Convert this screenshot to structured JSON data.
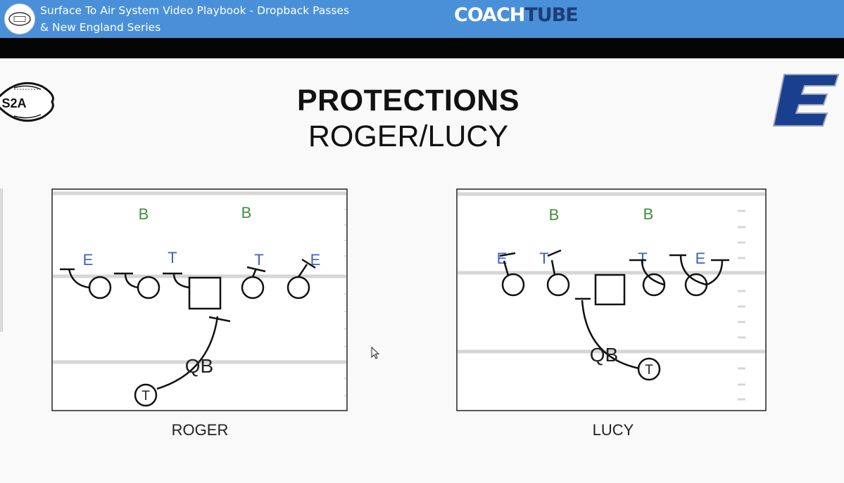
{
  "header": {
    "video_title_line1": "Surface To Air System Video Playbook - Dropback Passes",
    "video_title_line2": "& New England Series",
    "brand_part1": "COACH",
    "brand_part2": "TUBE",
    "bar_color": "#4a90d9",
    "brand_dark_color": "#1d3e75"
  },
  "slide": {
    "title": "PROTECTIONS",
    "subtitle": "ROGER/LUCY",
    "left_logo_text": "S2A",
    "diagrams": [
      {
        "caption": "ROGER",
        "defender_labels": [
          "B",
          "B",
          "E",
          "T",
          "T",
          "E"
        ],
        "qb_label": "QB",
        "tag_label": "T"
      },
      {
        "caption": "LUCY",
        "defender_labels": [
          "B",
          "B",
          "E",
          "T",
          "T",
          "E"
        ],
        "qb_label": "QB",
        "tag_label": "T"
      }
    ],
    "colors": {
      "backer": "#3f8f3f",
      "line": "#3f63c3",
      "right_logo": "#1b3f8f"
    }
  }
}
